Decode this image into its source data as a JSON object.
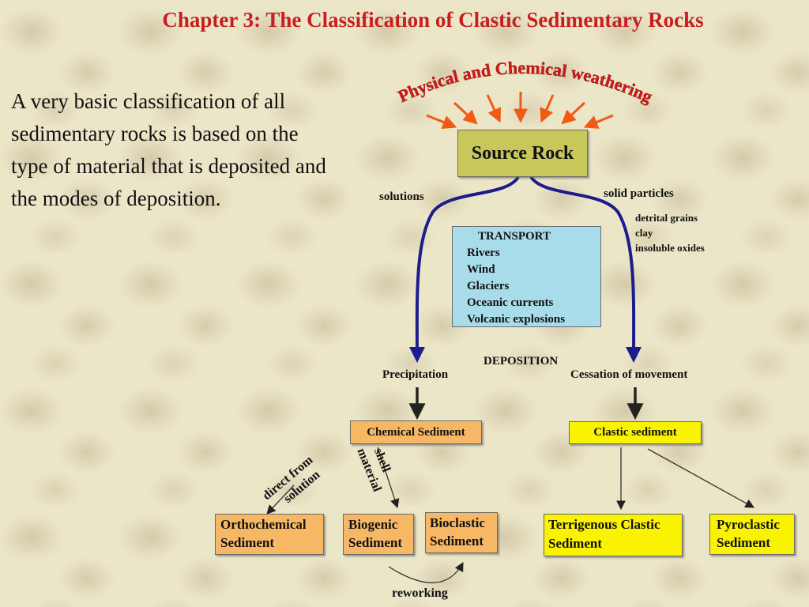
{
  "title": "Chapter 3: The Classification of Clastic Sedimentary Rocks",
  "intro": "A very basic classification of all sedimentary rocks is based on the type of material that is deposited and the modes of deposition.",
  "diagram": {
    "weathering": "Physical and Chemical weathering",
    "source_rock": "Source Rock",
    "solutions": "solutions",
    "solid_particles": "solid particles",
    "particle_types": [
      "detrital grains",
      "clay",
      "insoluble oxides"
    ],
    "transport": {
      "heading": "TRANSPORT",
      "items": [
        "Rivers",
        "Wind",
        "Glaciers",
        "Oceanic currents",
        "Volcanic explosions"
      ]
    },
    "deposition": "DEPOSITION",
    "precipitation": "Precipitation",
    "cessation": "Cessation of movement",
    "chemical_sediment": "Chemical Sediment",
    "clastic_sediment": "Clastic sediment",
    "direct_from_solution": [
      "direct from",
      "solution"
    ],
    "shell_material": [
      "shell",
      "material"
    ],
    "orthochemical": [
      "Orthochemical",
      "Sediment"
    ],
    "biogenic": [
      "Biogenic",
      "Sediment"
    ],
    "bioclastic": [
      "Bioclastic",
      "Sediment"
    ],
    "terrigenous": [
      "Terrigenous Clastic",
      "Sediment"
    ],
    "pyroclastic": [
      "Pyroclastic",
      "Sediment"
    ],
    "reworking": "reworking"
  },
  "colors": {
    "title": "#c81e1e",
    "weathering_text": "#d01818",
    "weathering_arrows": "#f05a14",
    "source_box": "#c8c85a",
    "transport_box": "#a8dcea",
    "main_arrows": "#1c1c8c",
    "orange_box": "#f7b865",
    "yellow_box": "#f9f200"
  }
}
